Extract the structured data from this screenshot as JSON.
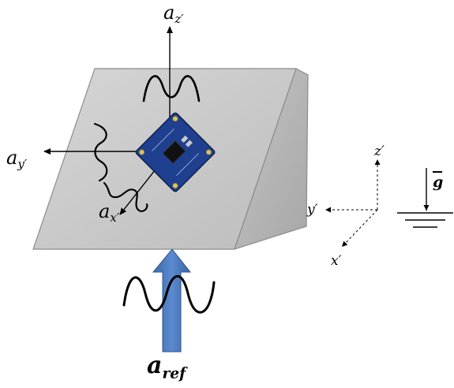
{
  "labels": {
    "az": {
      "main": "a",
      "sub": "z′"
    },
    "ay": {
      "main": "a",
      "sub": "y′"
    },
    "ax": {
      "main": "a",
      "sub": "x′"
    },
    "aref": {
      "main": "a",
      "sub": "ref"
    },
    "frame_z": "z′",
    "frame_y": "y′",
    "frame_x": "x′",
    "gravity": "g"
  },
  "colors": {
    "plate_face": "#c9c9c9",
    "plate_side": "#b3b3b3",
    "plate_edge": "#7f7f7f",
    "sensor_board": "#1f3f8f",
    "arrow_ref": "#4a7abd"
  }
}
